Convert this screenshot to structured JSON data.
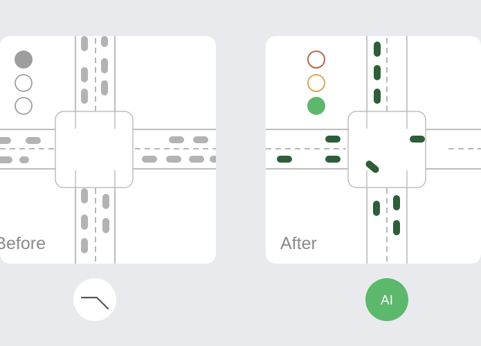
{
  "colors": {
    "background": "#e9eaed",
    "tile": "#ffffff",
    "road_line": "#bdbdbd",
    "lane_dash": "#9e9e9e",
    "car_before": "#b3b3b3",
    "car_after": "#2e5e38",
    "light_red_ring": "#b5654a",
    "light_amber_ring": "#d9a55e",
    "light_green": "#5cb86a",
    "light_gray": "#9e9e9e",
    "ai_badge": "#5cb86a"
  },
  "before": {
    "label": "Before",
    "traffic_light": [
      "on-gray",
      "off",
      "off"
    ],
    "badge": {
      "icon": "signal-curve-icon"
    }
  },
  "after": {
    "label": "After",
    "traffic_light": [
      "red-ring",
      "amber-ring",
      "green-on"
    ],
    "badge": {
      "icon": "ai-badge-icon",
      "label": "AI"
    }
  }
}
